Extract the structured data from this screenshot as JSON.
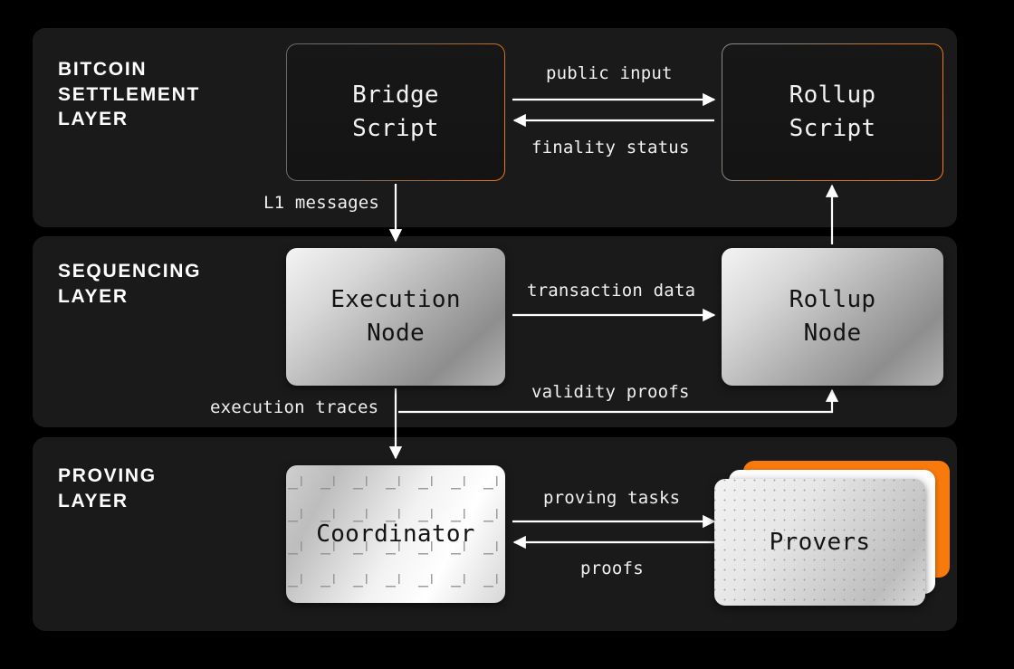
{
  "layers": [
    {
      "id": "settlement",
      "title": "BITCOIN\nSETTLEMENT\nLAYER"
    },
    {
      "id": "sequencing",
      "title": "SEQUENCING\nLAYER"
    },
    {
      "id": "proving",
      "title": "PROVING\nLAYER"
    }
  ],
  "nodes": {
    "bridge_script": "Bridge\nScript",
    "rollup_script": "Rollup\nScript",
    "execution_node": "Execution\nNode",
    "rollup_node": "Rollup\nNode",
    "coordinator": "Coordinator",
    "provers": "Provers"
  },
  "edges": {
    "public_input": "public input",
    "finality_status": "finality status",
    "l1_messages": "L1 messages",
    "transaction_data": "transaction data",
    "validity_proofs": "validity proofs",
    "execution_traces": "execution traces",
    "proving_tasks": "proving tasks",
    "proofs": "proofs"
  },
  "colors": {
    "page_background": "#000000",
    "panel_background": "#1a1a1a",
    "accent_orange": "#f97a0c",
    "node_dark": "#161616",
    "text_light": "#ffffff",
    "text_dark": "#131313"
  }
}
